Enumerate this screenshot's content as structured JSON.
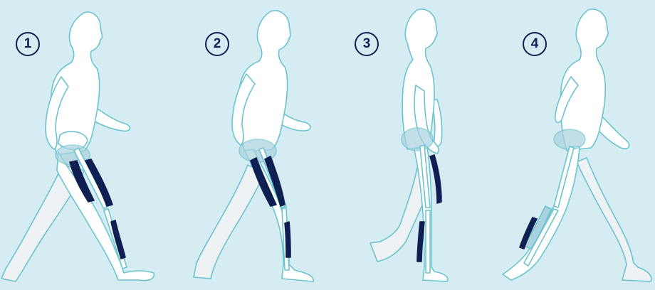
{
  "phases": [
    {
      "number": "1"
    },
    {
      "number": "2"
    },
    {
      "number": "3"
    },
    {
      "number": "4"
    }
  ],
  "colors": {
    "background": "#d6ecf3",
    "outline": "#6cc4cf",
    "body_fill": "#ffffff",
    "far_limb_fill": "#eef2f5",
    "active_muscle": "#0e1f52",
    "soft_muscle": "#a9d2de",
    "badge": "#0e1f52"
  }
}
